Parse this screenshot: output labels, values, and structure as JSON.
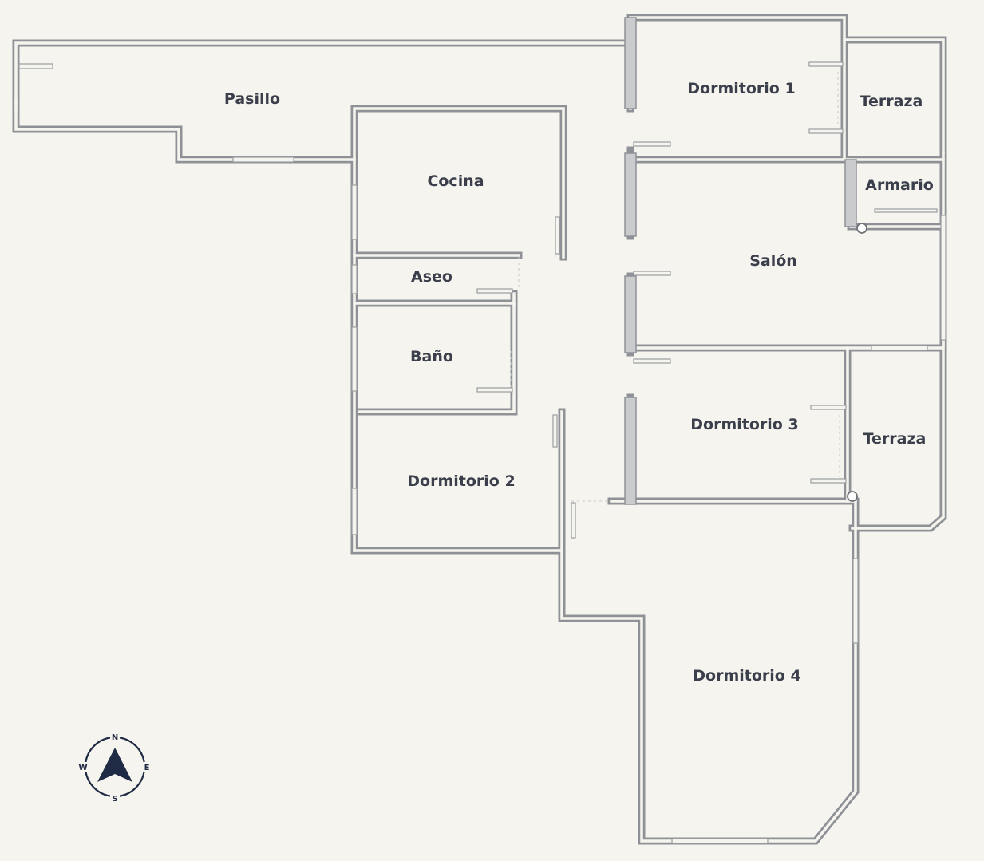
{
  "plan": {
    "rooms": {
      "pasillo": "Pasillo",
      "cocina": "Cocina",
      "aseo": "Aseo",
      "bano": "Baño",
      "dormitorio_1": "Dormitorio 1",
      "dormitorio_2": "Dormitorio 2",
      "dormitorio_3": "Dormitorio 3",
      "dormitorio_4": "Dormitorio 4",
      "terraza_norte": "Terraza",
      "terraza_sur": "Terraza",
      "armario": "Armario",
      "salon": "Salón"
    },
    "colors": {
      "wall": "#8e9297",
      "background": "#f6f4ee",
      "label": "#3a3f4b",
      "compass": "#1f2a44"
    }
  },
  "compass": {
    "north": "N",
    "south": "S",
    "east": "E",
    "west": "W"
  }
}
